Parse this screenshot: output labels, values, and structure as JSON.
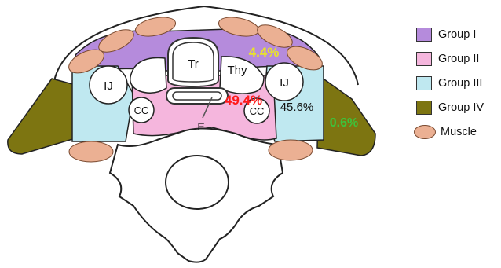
{
  "regions": {
    "trachea": "Tr",
    "thyroid": "Thy",
    "ij_left": "IJ",
    "ij_right": "IJ",
    "cc_left": "CC",
    "cc_right": "CC",
    "esophagus": "E"
  },
  "percentages": {
    "group1": "4.4%",
    "group2": "49.4%",
    "group3": "45.6%",
    "group4": "0.6%"
  },
  "legend": [
    {
      "label": "Group I",
      "color": "#b58bdc"
    },
    {
      "label": "Group II",
      "color": "#f5b6dd"
    },
    {
      "label": "Group III",
      "color": "#bfe8f0"
    },
    {
      "label": "Group IV",
      "color": "#7d7511"
    },
    {
      "label": "Muscle",
      "color": "#ebb093"
    }
  ],
  "colors": {
    "percent_group1": "#e8e22b",
    "percent_group2": "#ff1a1a",
    "percent_group3": "#111111",
    "percent_group4": "#3cc43c"
  }
}
